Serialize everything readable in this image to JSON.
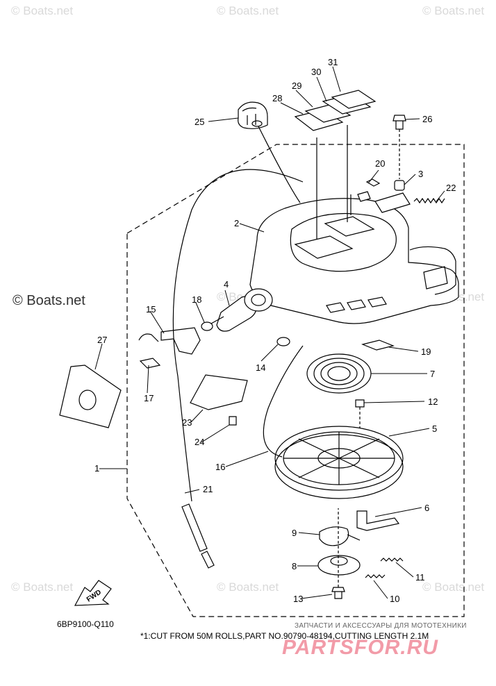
{
  "watermarks": {
    "corner_text": "© Boats.net",
    "side_text": "© Boats.net"
  },
  "diagram_code": "6BP9100-Q110",
  "fwd_label": "FWD",
  "footnote": "*1:CUT FROM 50M ROLLS,PART NO.90790-48194,CUTTING LENGTH 2.1M",
  "shop_caption": "ЗАПЧАСТИ И АКСЕССУАРЫ ДЛЯ МОТОТЕХНИКИ",
  "shop_brand": "PARTSFOR.RU",
  "callouts": [
    "1",
    "2",
    "3",
    "4",
    "5",
    "6",
    "7",
    "8",
    "9",
    "10",
    "11",
    "12",
    "13",
    "14",
    "15",
    "16",
    "17",
    "18",
    "19",
    "20",
    "21",
    "22",
    "23",
    "24",
    "25",
    "26",
    "27",
    "28",
    "29",
    "30",
    "31"
  ]
}
